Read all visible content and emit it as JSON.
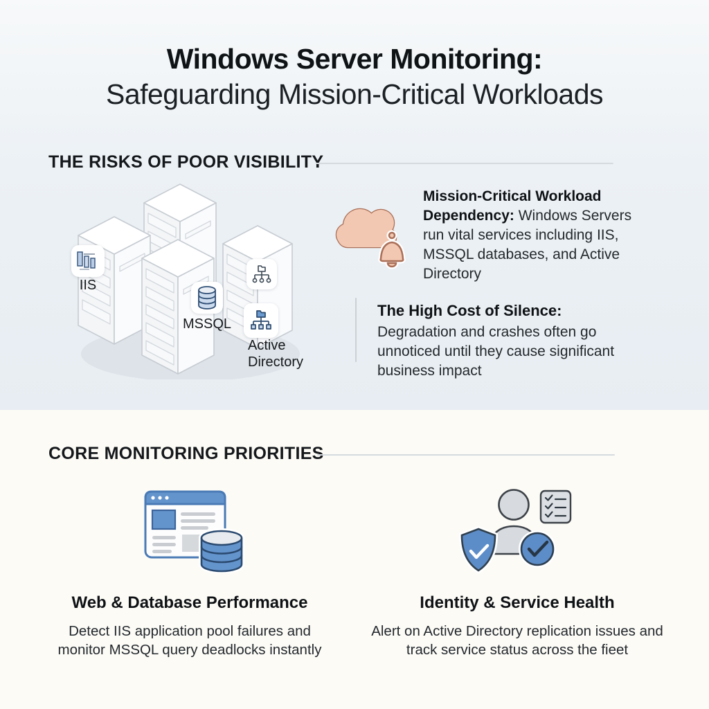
{
  "title": {
    "line1": "Windows Server Monitoring:",
    "line2": "Safeguarding Mission-Critical Workloads"
  },
  "risks": {
    "heading": "THE RISKS OF POOR VISIBILITY",
    "server_labels": {
      "iis": "IIS",
      "mssql": "MSSQL",
      "active_directory": "Active Directory"
    },
    "workload": {
      "heading": "Mission-Critical Workload Dependency:",
      "body": "Windows Servers run vital services including IIS, MSSQL databases, and Active Directory"
    },
    "silence": {
      "heading": "The High Cost of Silence:",
      "body": "Degradation and crashes often go unnoticed until they cause significant business impact"
    }
  },
  "priorities": {
    "heading": "CORE MONITORING PRIORITIES",
    "cards": [
      {
        "title": "Web & Database Performance",
        "body": "Detect IIS application pool failures and monitor MSSQL query deadlocks instantly"
      },
      {
        "title": "Identity & Service Health",
        "body": "Alert on Active Directory replication issues and track service status across the fieet"
      }
    ]
  },
  "icons": {
    "servers": "server-rack-cluster-icon",
    "iis_badge": "iis-bars-icon",
    "mssql_badge": "database-cylinder-icon",
    "active_directory_badge": "directory-tree-icon",
    "cloud_alert": "cloud-bell-icon",
    "web_db": "browser-window-database-icon",
    "identity": "user-shield-checklist-icon"
  },
  "colors": {
    "top_background": "#e8eef2",
    "bottom_background": "#fcfbf6",
    "accent_blue": "#6494cc",
    "accent_blue_dark": "#2b4a70",
    "salmon_fill": "#f3c8b2",
    "salmon_stroke": "#aa6f58",
    "divider": "#d5dade",
    "text_dark": "#15181b"
  }
}
